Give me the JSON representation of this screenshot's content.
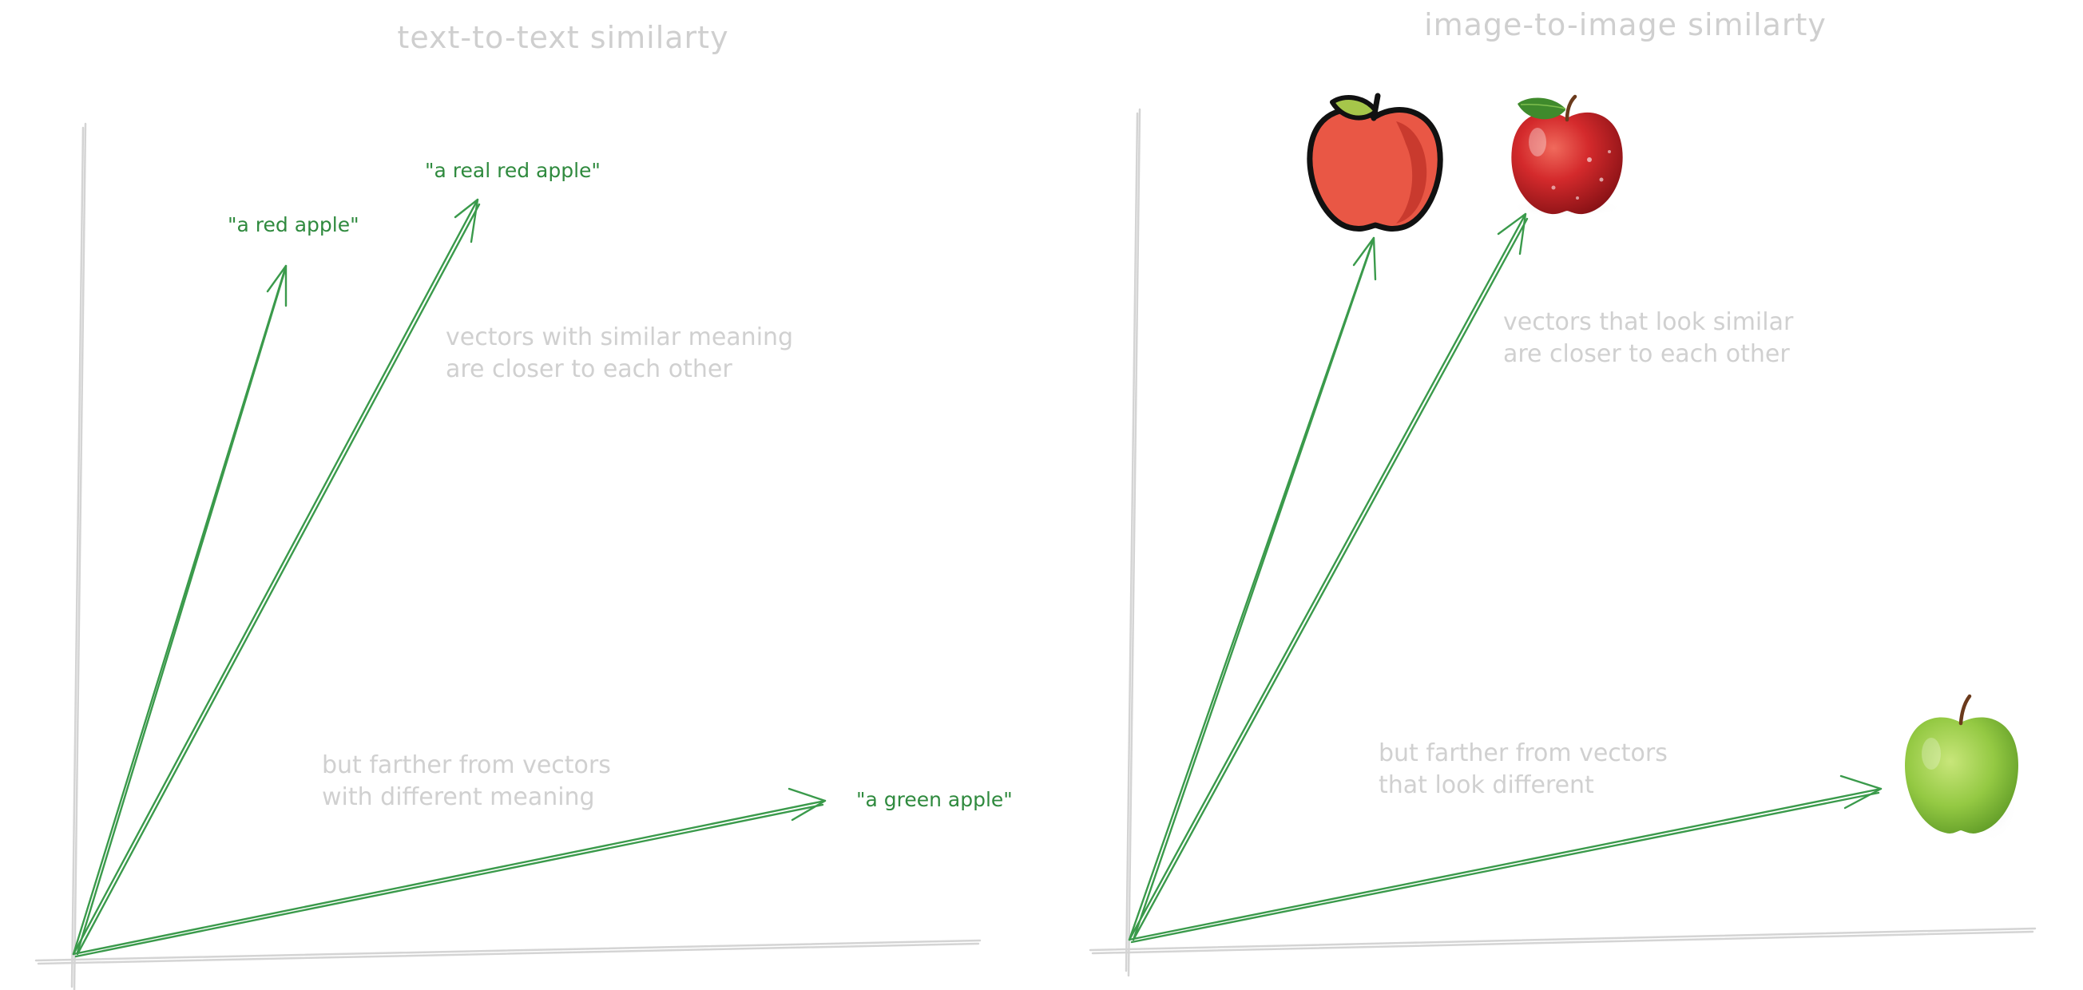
{
  "left_panel": {
    "title": "text-to-text similarty",
    "note_similar": [
      "vectors with similar meaning",
      "are closer to each other"
    ],
    "note_different": [
      "but farther from vectors",
      "with different meaning"
    ],
    "labels": {
      "red_apple": "\"a red apple\"",
      "real_red_apple": "\"a real red apple\"",
      "green_apple": "\"a green apple\""
    }
  },
  "right_panel": {
    "title": "image-to-image similarty",
    "note_similar": [
      "vectors that look similar",
      "are closer to each other"
    ],
    "note_different": [
      "but farther from vectors",
      "that look different"
    ],
    "images": {
      "cartoon_apple": "red-apple-cartoon-icon",
      "photo_red_apple": "red-apple-photo",
      "photo_green_apple": "green-apple-photo"
    }
  },
  "colors": {
    "vector": "#3a9a4b",
    "label": "#2f8a3e",
    "axis": "#d4d4d4",
    "annotation": "#d0d0d0"
  }
}
